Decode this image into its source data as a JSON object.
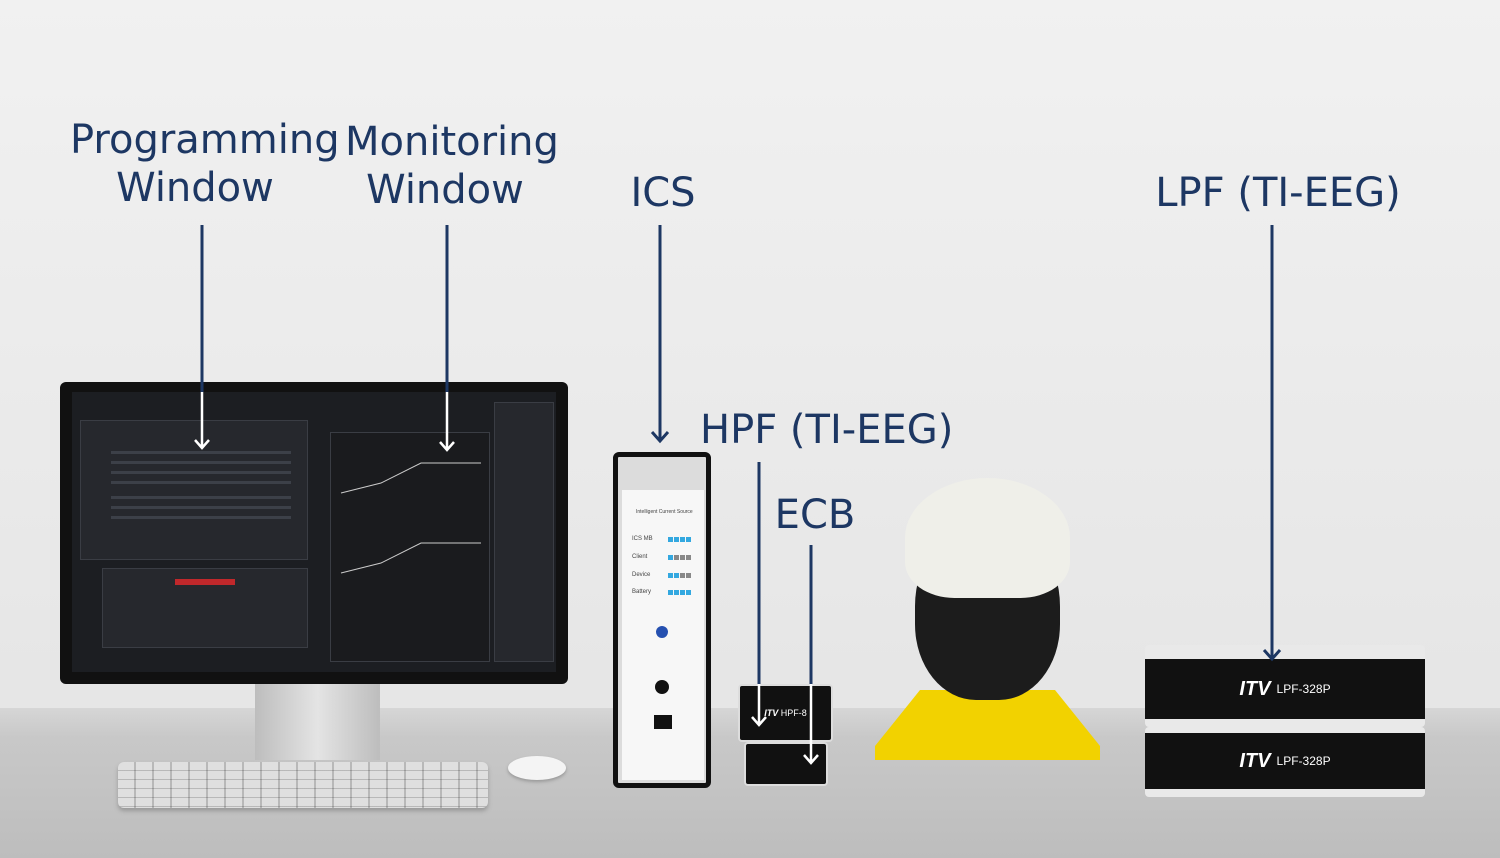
{
  "labels": {
    "programming": [
      "Programming",
      "Window"
    ],
    "monitoring": [
      "Monitoring",
      "Window"
    ],
    "ics": "ICS",
    "hpf": "HPF (TI-EEG)",
    "ecb": "ECB",
    "lpf": "LPF (TI-EEG)"
  },
  "ics_panel": {
    "title": "Intelligent Current Source",
    "rows": [
      {
        "label": "ICS MB",
        "leds_on": 4
      },
      {
        "label": "Client",
        "leds_on": 1
      },
      {
        "label": "Device",
        "leds_on": 2
      },
      {
        "label": "Battery",
        "leds_on": 4
      }
    ]
  },
  "hpf_device": {
    "logo": "ITV",
    "model": "HPF-8"
  },
  "lpf_devices": [
    {
      "logo": "ITV",
      "model": "LPF-328P"
    },
    {
      "logo": "ITV",
      "model": "LPF-328P"
    }
  ],
  "colors": {
    "label": "#1d3763",
    "led": "#33a8e0",
    "headset_base": "#f2d200"
  }
}
